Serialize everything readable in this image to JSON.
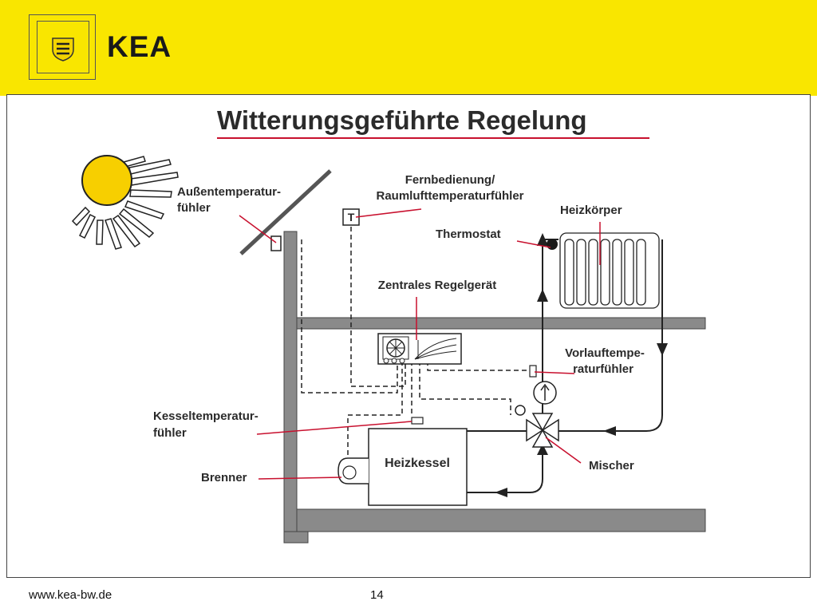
{
  "header": {
    "logo_text": "KEA",
    "logo_emblem": "coat-of-arms-icon",
    "brand_color": "#f9e600"
  },
  "slide": {
    "title": "Witterungsgeführte Regelung",
    "accent_color": "#c8102e"
  },
  "diagram": {
    "labels": {
      "aussentemp_1": "Außentemperatur-",
      "aussentemp_2": "fühler",
      "fernbedienung_1": "Fernbedienung/",
      "fernbedienung_2": "Raumlufttemperaturfühler",
      "heizkoerper": "Heizkörper",
      "thermostat": "Thermostat",
      "regelgeraet": "Zentrales Regelgerät",
      "vorlauf_1": "Vorlauftempe-",
      "vorlauf_2": "raturfühler",
      "kesseltemp_1": "Kesseltemperatur-",
      "kesseltemp_2": "fühler",
      "heizkessel": "Heizkessel",
      "brenner": "Brenner",
      "mischer": "Mischer",
      "t_marker": "T"
    }
  },
  "footer": {
    "url": "www.kea-bw.de",
    "page_number": "14"
  }
}
